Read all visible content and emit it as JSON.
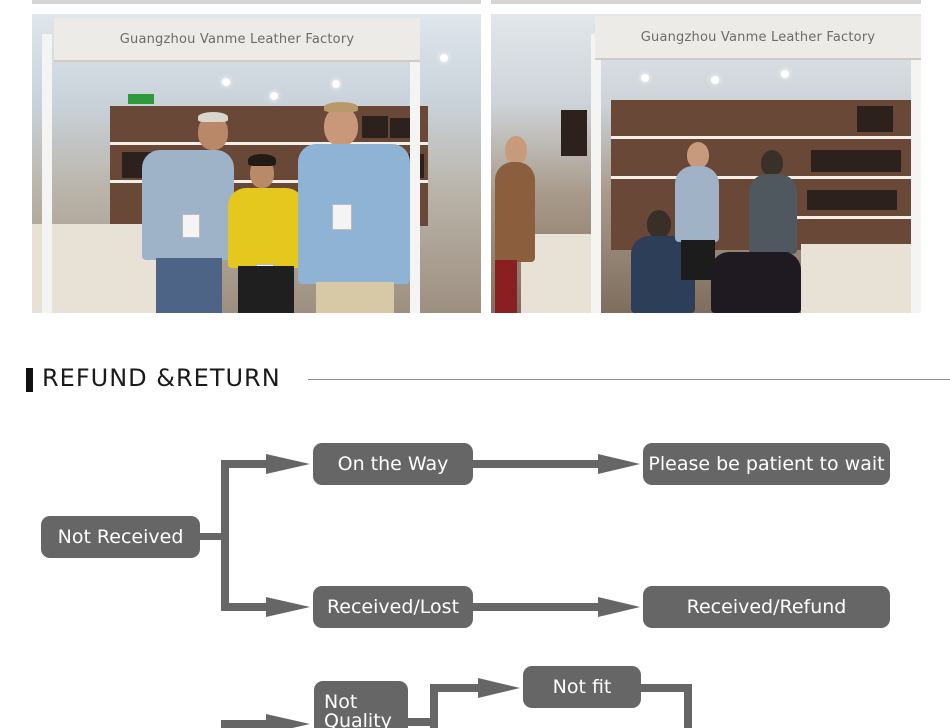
{
  "photos": {
    "left": {
      "sign_text": "Guangzhou Vanme Leather Factory"
    },
    "right": {
      "sign_text": "Guangzhou Vanme Leather Factory"
    }
  },
  "section": {
    "title": "REFUND &RETURN"
  },
  "flow": {
    "not_received": "Not Received",
    "on_the_way": "On the Way",
    "please_wait": "Please be patient to wait",
    "received_lost": "Received/Lost",
    "received_refund": "Received/Refund",
    "not_quality": "Not Quality",
    "not_fit": "Not fit"
  },
  "colors": {
    "node": "#666666",
    "node_text": "#ffffff",
    "title": "#1a1a1a"
  }
}
